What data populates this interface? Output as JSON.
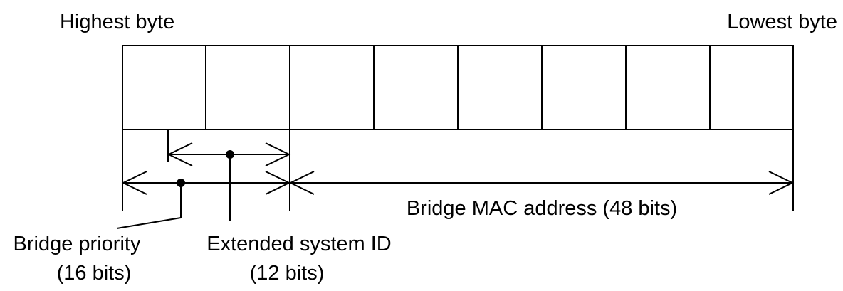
{
  "labels": {
    "highest_byte": "Highest byte",
    "lowest_byte": "Lowest byte",
    "mac_address": "Bridge MAC address (48 bits)",
    "bridge_priority_line1": "Bridge priority",
    "bridge_priority_line2": "(16 bits)",
    "extended_id_line1": "Extended system ID",
    "extended_id_line2": "(12 bits)"
  },
  "structure": {
    "byte_count": 8
  },
  "colors": {
    "line": "#000000",
    "text": "#000000",
    "background": "#ffffff"
  }
}
